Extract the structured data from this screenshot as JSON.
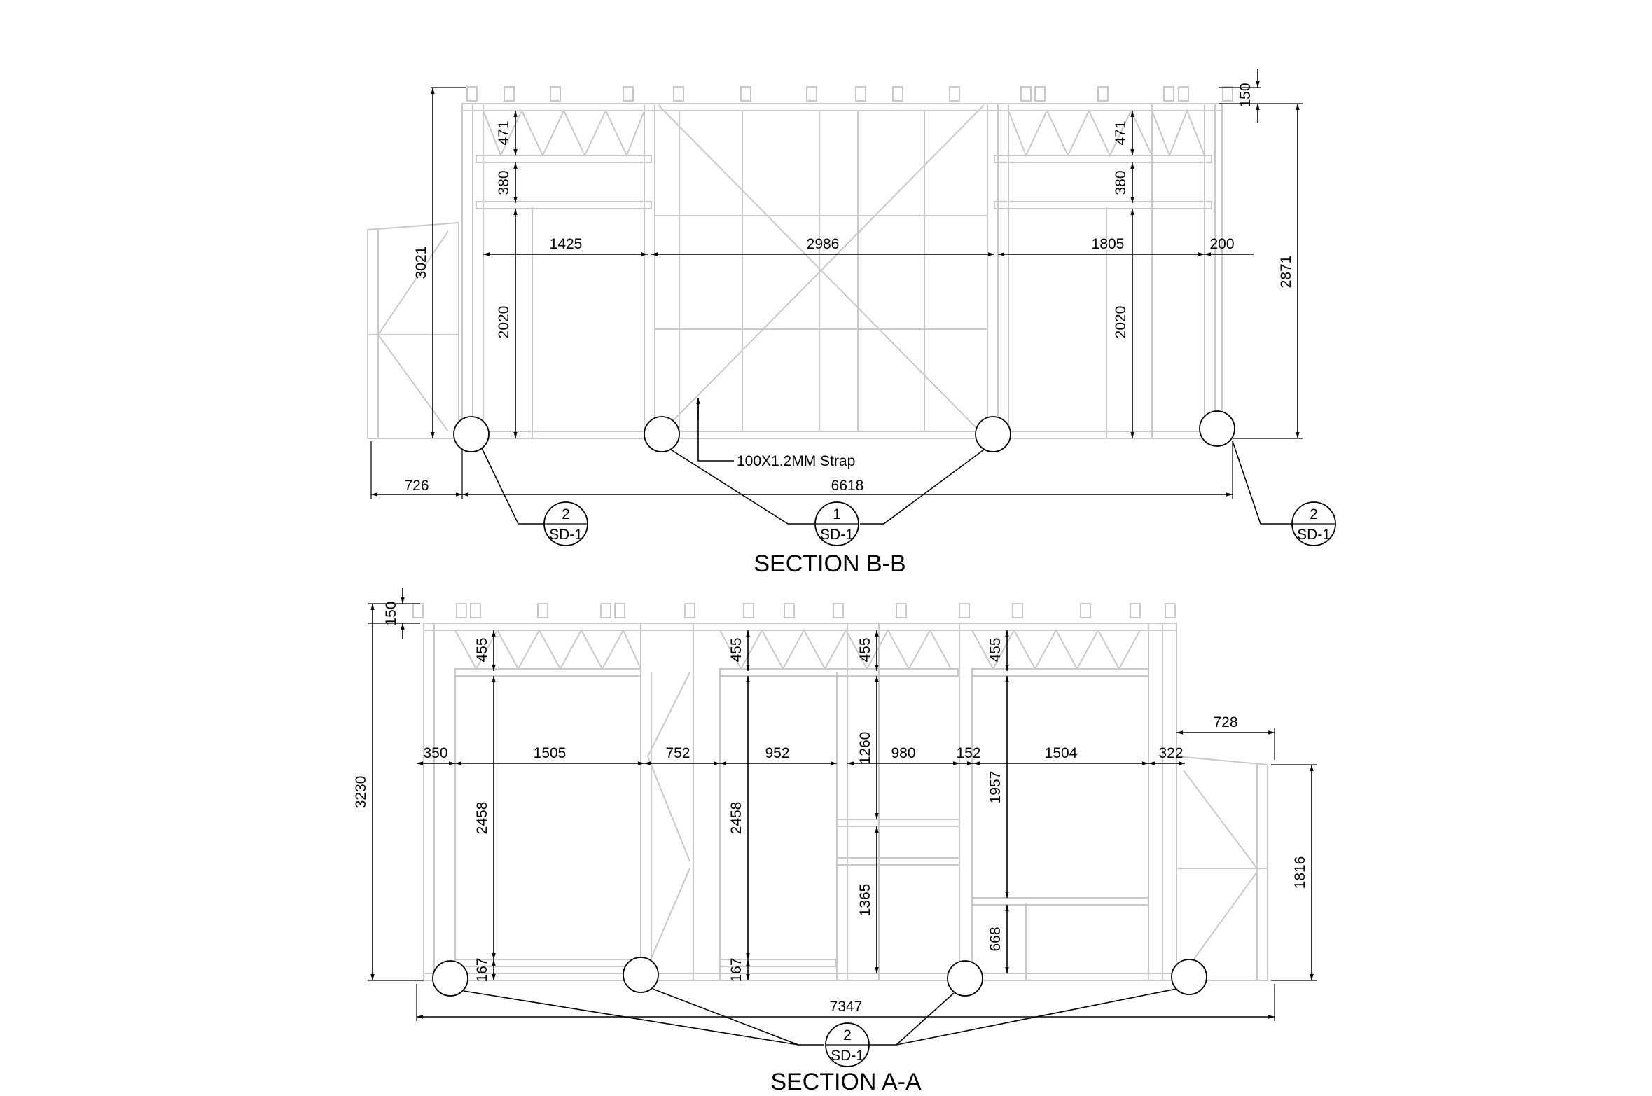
{
  "section_b": {
    "title": "SECTION B-B",
    "strap_note": "100X1.2MM Strap",
    "dims": {
      "d150": "150",
      "d471a": "471",
      "d471b": "471",
      "d380a": "380",
      "d380b": "380",
      "d1425": "1425",
      "d2986": "2986",
      "d1805": "1805",
      "d200": "200",
      "d3021": "3021",
      "d2020a": "2020",
      "d2020b": "2020",
      "d2871": "2871",
      "d726": "726",
      "d6618": "6618"
    },
    "callouts": [
      {
        "num": "2",
        "sheet": "SD-1"
      },
      {
        "num": "1",
        "sheet": "SD-1"
      },
      {
        "num": "2",
        "sheet": "SD-1"
      }
    ]
  },
  "section_a": {
    "title": "SECTION A-A",
    "dims": {
      "d150": "150",
      "d455a": "455",
      "d455b": "455",
      "d455c": "455",
      "d455d": "455",
      "d728": "728",
      "d350": "350",
      "d1505": "1505",
      "d752": "752",
      "d952": "952",
      "d1260": "1260",
      "d980": "980",
      "d152": "152",
      "d1504": "1504",
      "d322": "322",
      "d3230": "3230",
      "d2458a": "2458",
      "d2458b": "2458",
      "d1957": "1957",
      "d1816": "1816",
      "d1365": "1365",
      "d668": "668",
      "d167a": "167",
      "d167b": "167",
      "d7347": "7347"
    },
    "callouts": [
      {
        "num": "2",
        "sheet": "SD-1"
      }
    ]
  },
  "colors": {
    "frame": "#c9c9c9",
    "dimension": "#000000",
    "background": "#ffffff"
  }
}
